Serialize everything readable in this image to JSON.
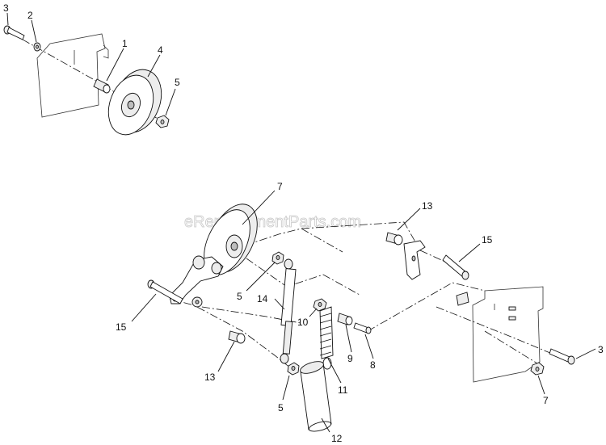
{
  "watermark": "eReplacementParts.com",
  "callouts": {
    "c3_top": "3",
    "c2_top": "2",
    "c1_top": "1",
    "c4_top": "4",
    "c5_top": "5",
    "c7_mid": "7",
    "c13_mid": "13",
    "c15_right": "15",
    "c5_mid": "5",
    "c14": "14",
    "c10": "10",
    "c15_left": "15",
    "c9": "9",
    "c8": "8",
    "c3_right": "3",
    "c13_low": "13",
    "c5_low": "5",
    "c11": "11",
    "c7_low": "7",
    "c12": "12"
  }
}
